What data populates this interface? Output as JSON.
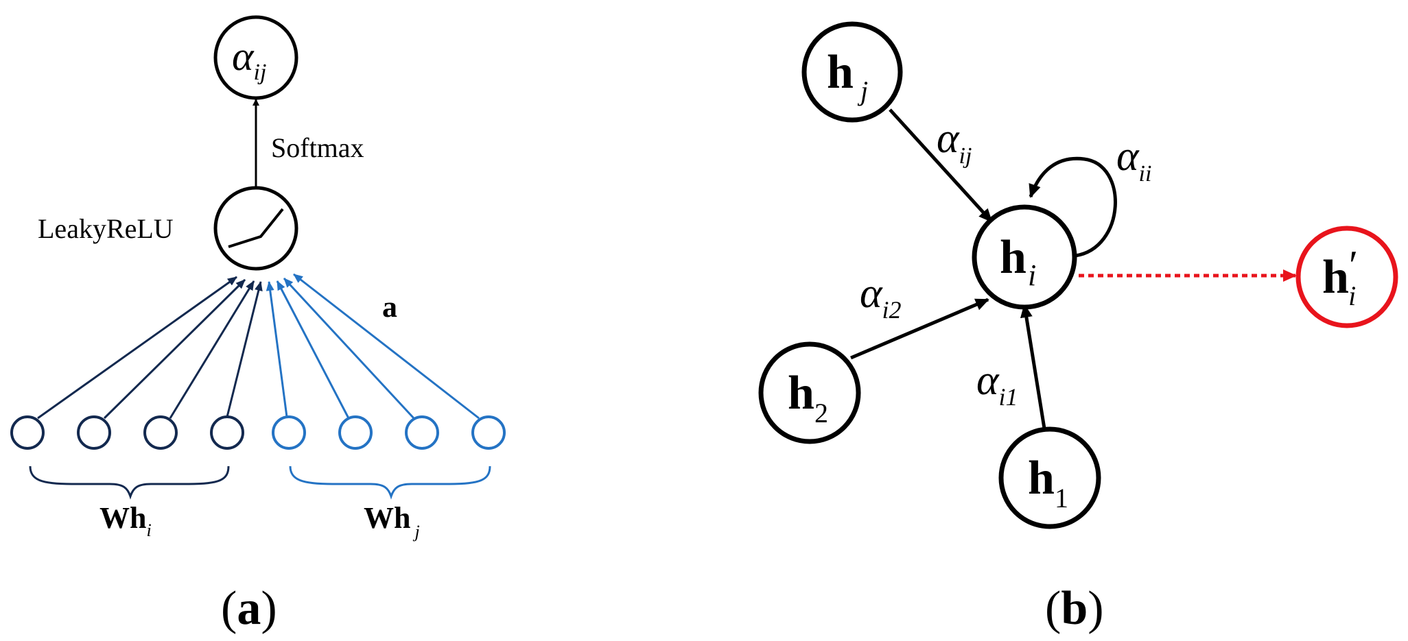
{
  "colors": {
    "line": "#000000",
    "dark_blue": "#13294F",
    "light_blue": "#2473C4",
    "red": "#E8141C",
    "background": "#FFFFFF"
  },
  "panel_a": {
    "output_node": {
      "symbol": "α",
      "subscript": "ij"
    },
    "softmax_label": "Softmax",
    "activation_label": "LeakyReLU",
    "activation_icon": "leaky-relu-curve",
    "weight_vector_label": "a",
    "input_group_left": {
      "bold": "Wh",
      "subscript": "i"
    },
    "input_group_right": {
      "bold": "Wh",
      "subscript": "j"
    },
    "panel_label": {
      "open": "(",
      "letter": "a",
      "close": ")"
    }
  },
  "panel_b": {
    "nodes": {
      "h_j": {
        "bold": "h",
        "subscript": "j"
      },
      "h_i": {
        "bold": "h",
        "subscript": "i"
      },
      "h_2": {
        "bold": "h",
        "subscript": "2"
      },
      "h_1": {
        "bold": "h",
        "subscript": "1"
      },
      "h_i_prime": {
        "bold": "h",
        "prime": "′",
        "subscript": "i"
      }
    },
    "edge_labels": {
      "alpha_ij": {
        "symbol": "α",
        "subscript": "ij"
      },
      "alpha_ii": {
        "symbol": "α",
        "subscript": "ii"
      },
      "alpha_i2": {
        "symbol": "α",
        "subscript": "i2"
      },
      "alpha_i1": {
        "symbol": "α",
        "subscript": "i1"
      }
    },
    "panel_label": {
      "open": "(",
      "letter": "b",
      "close": ")"
    }
  }
}
